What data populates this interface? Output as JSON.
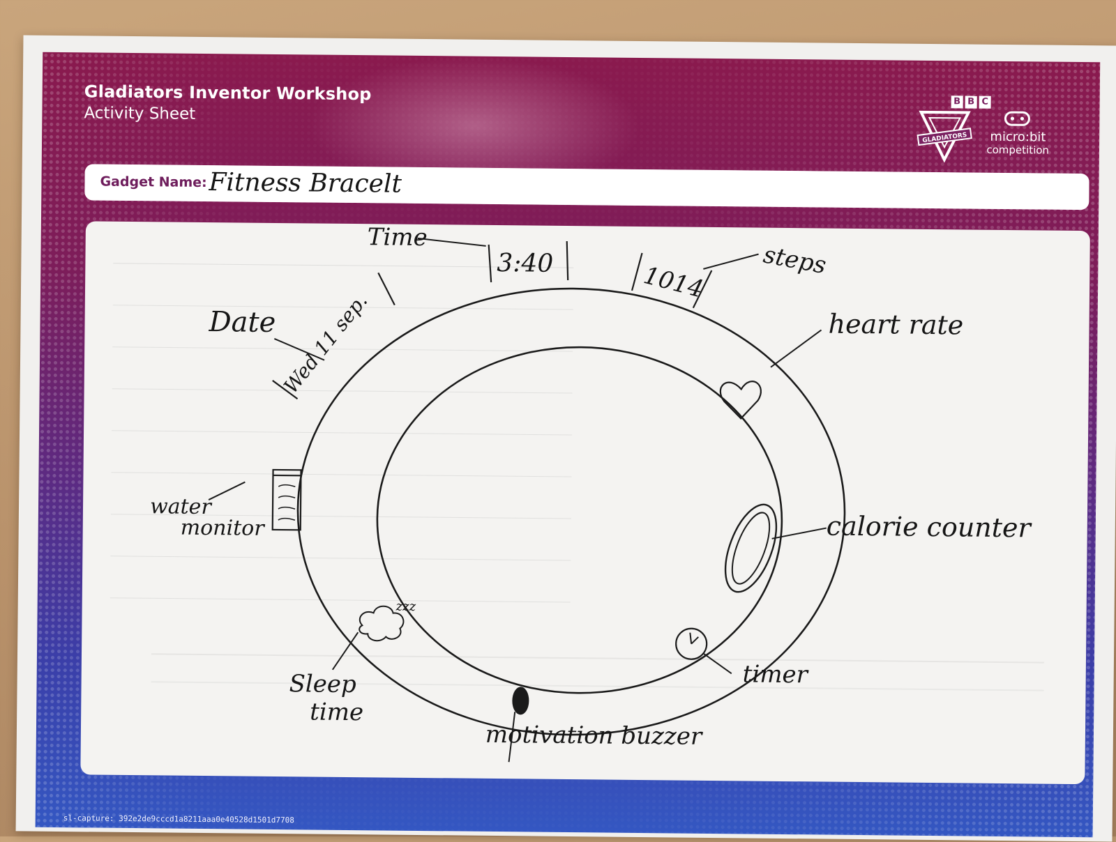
{
  "header": {
    "title": "Gladiators Inventor Workshop",
    "subtitle": "Activity Sheet"
  },
  "logos": {
    "bbc_letters": [
      "B",
      "B",
      "C"
    ],
    "gladiators_text": "GLADIATORS",
    "microbit_text": "micro:bit",
    "competition_text": "competition"
  },
  "gadget": {
    "label": "Gadget Name:",
    "value": "Fitness Bracelt"
  },
  "drawing": {
    "display_time": "3:40",
    "display_steps": "1014",
    "display_date": "Wed 11 sep.",
    "sleep_mark": "zzz",
    "labels": {
      "time": "Time",
      "steps": "steps",
      "date": "Date",
      "heart_rate": "heart rate",
      "calorie_counter": "calorie counter",
      "water_monitor_1": "water",
      "water_monitor_2": "monitor",
      "timer": "timer",
      "sleep_time_1": "Sleep",
      "sleep_time_2": "time",
      "motivation_buzzer": "motivation buzzer"
    }
  },
  "footer": {
    "code": "sl-capture: 392e2de9cccd1a8211aaa0e40528d1501d7708"
  },
  "colors": {
    "banner_top": "#8a1a4e",
    "banner_bottom": "#3457c2",
    "label_color": "#6e1d5c",
    "ink": "#151515"
  }
}
